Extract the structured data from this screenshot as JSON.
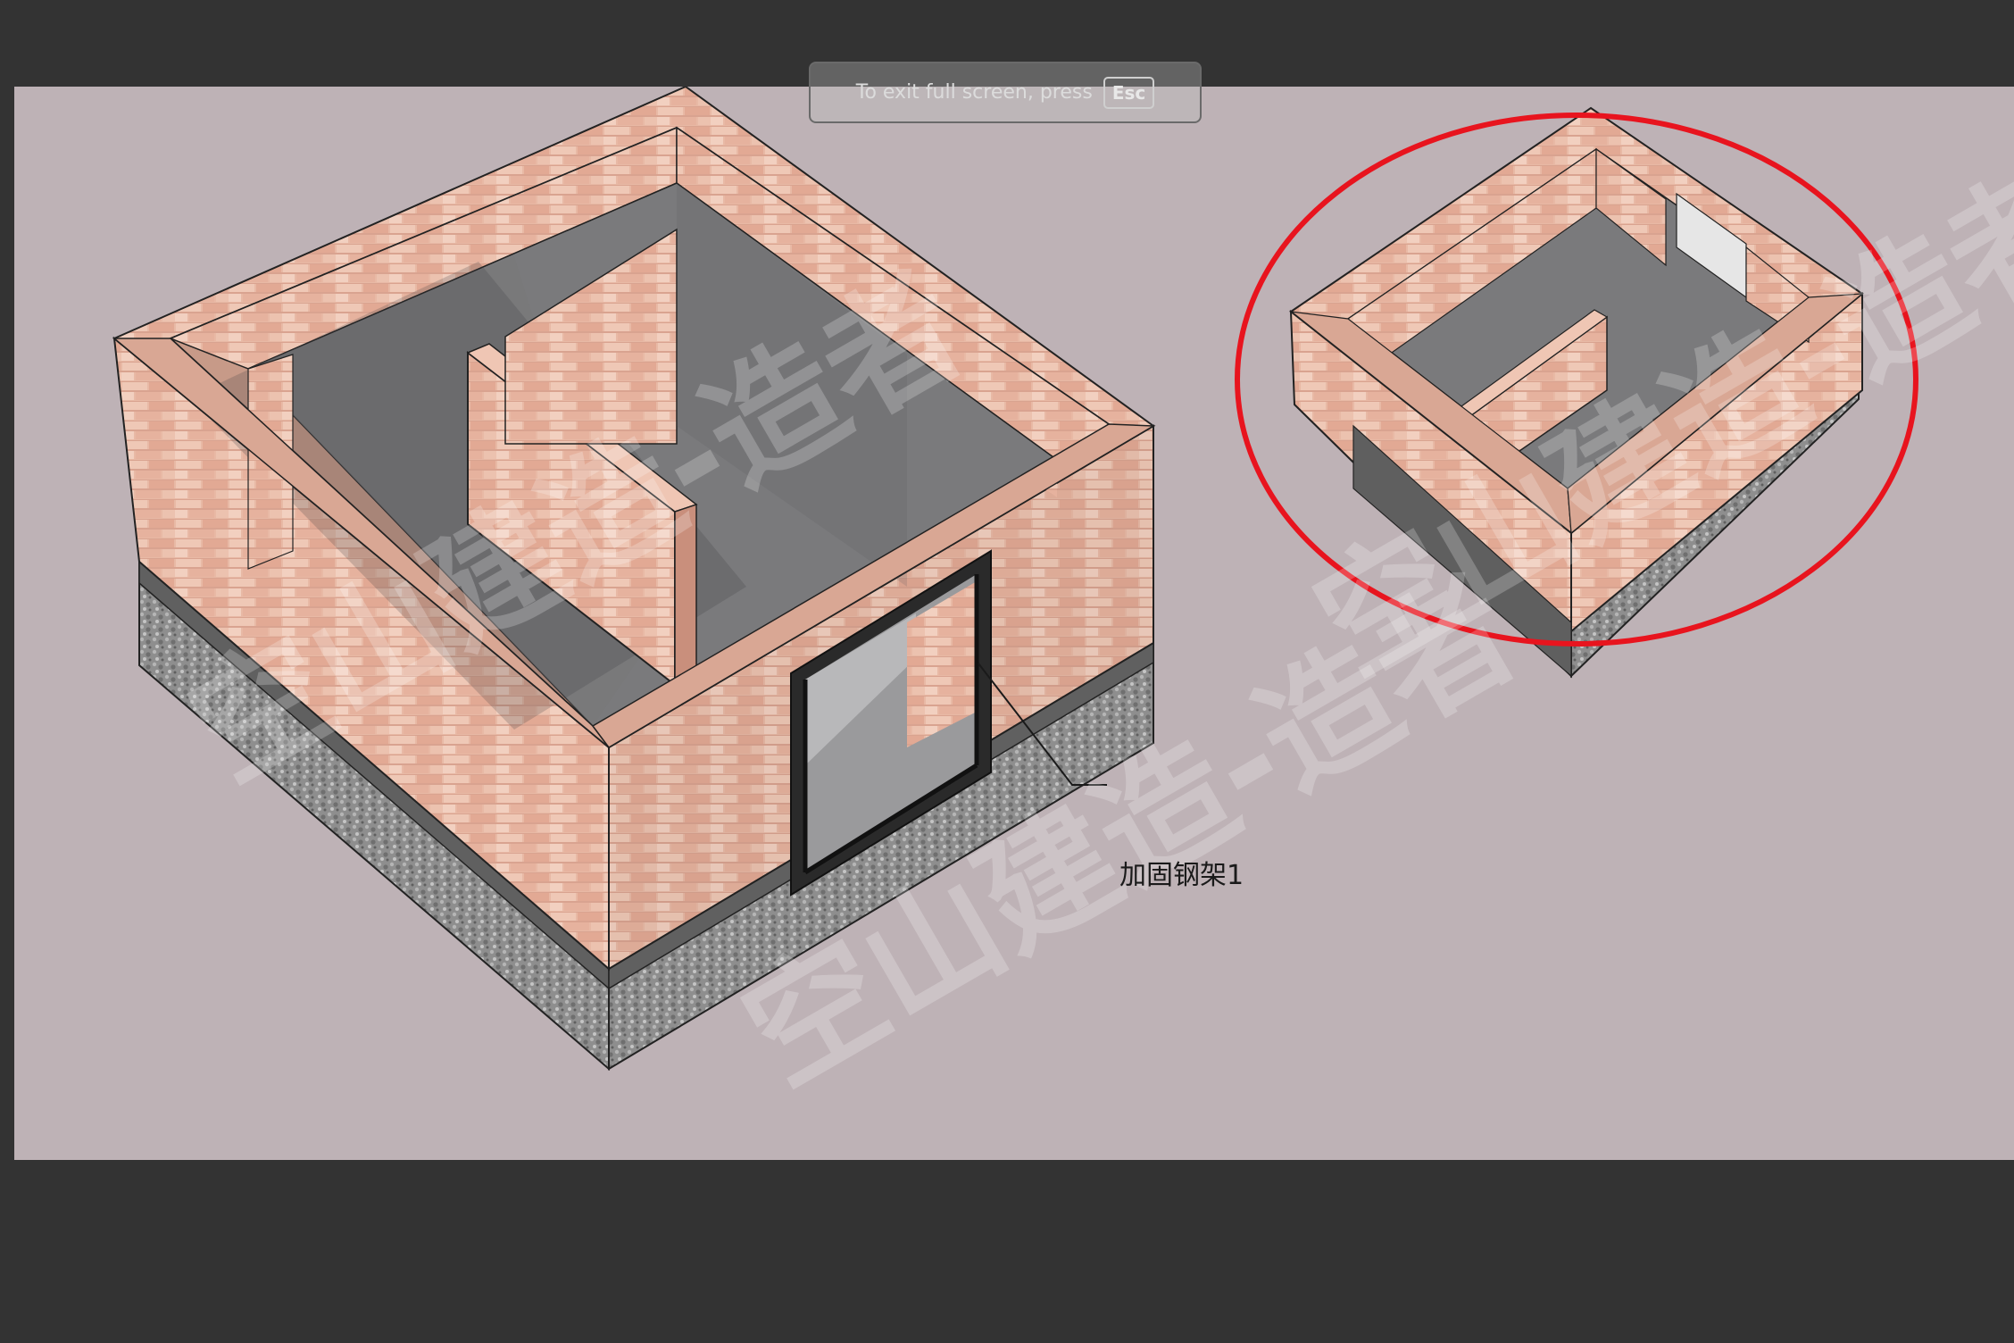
{
  "fullscreen_notice": {
    "message": "To exit full screen, press",
    "key": "Esc"
  },
  "annotation": {
    "label": "加固钢架1"
  },
  "watermark": {
    "text": "空山建造-造者"
  },
  "colors": {
    "frame": "#333333",
    "canvas": "#beb2b6",
    "brick": "#e7b9a6",
    "floor": "#7d7d7f",
    "highlight_circle": "#e8141e"
  }
}
